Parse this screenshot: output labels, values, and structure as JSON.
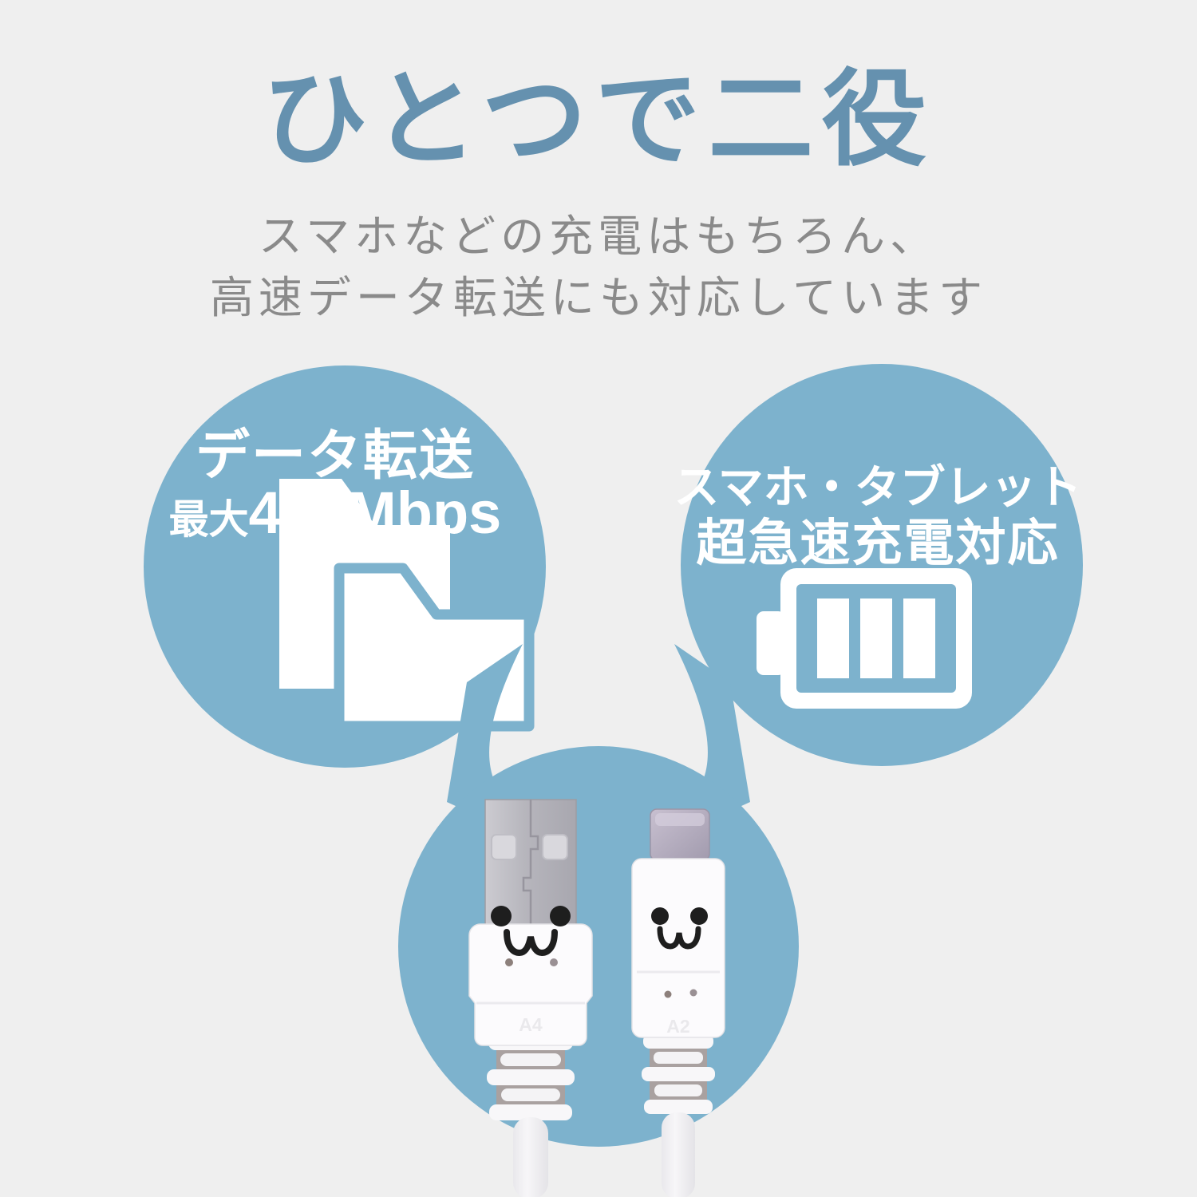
{
  "page": {
    "background_color": "#efefef",
    "accent_color": "#7db2cd",
    "title_color": "#6591af",
    "subtitle_color": "#8a8a8a"
  },
  "title": {
    "text": "ひとつで二役"
  },
  "subtitle": {
    "line1": "スマホなどの充電はもちろん、",
    "line2": "高速データ転送にも対応しています"
  },
  "features": {
    "data_transfer": {
      "heading": "データ転送",
      "spec_prefix": "最大",
      "spec_value": "480Mbps",
      "icon": "folder-icon"
    },
    "fast_charge": {
      "heading": "スマホ・タブレット",
      "subheading": "超急速充電対応",
      "icon": "battery-icon"
    }
  },
  "product_photo": {
    "connectors": [
      {
        "type": "USB-A",
        "label": "A4"
      },
      {
        "type": "USB-C",
        "label": "A2"
      }
    ]
  }
}
